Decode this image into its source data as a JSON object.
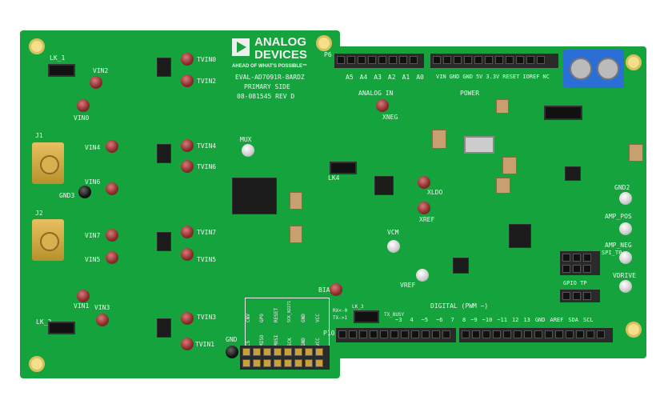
{
  "logo": {
    "brand_line1": "ANALOG",
    "brand_line2": "DEVICES",
    "tagline": "AHEAD OF WHAT'S POSSIBLE™"
  },
  "board": {
    "name": "EVAL-AD7091R-8ARDZ",
    "side": "PRIMARY SIDE",
    "part_rev": "08-081545 REV D"
  },
  "analog_header": {
    "ref": "P6",
    "title": "ANALOG IN",
    "pins": [
      "A5",
      "A4",
      "A3",
      "A2",
      "A1",
      "A0"
    ]
  },
  "power_header": {
    "title": "POWER",
    "pins": [
      "VIN",
      "GND",
      "GND",
      "5V",
      "3.3V",
      "RESET",
      "IOREF",
      "NC"
    ]
  },
  "digital_header": {
    "title": "DIGITAL (PWM ~)",
    "ref": "P10",
    "pins_left": [
      "~3",
      "4",
      "~5",
      "~6",
      "7"
    ],
    "pins_right": [
      "8",
      "~9",
      "~10",
      "~11",
      "12",
      "13",
      "GND",
      "AREF",
      "SDA",
      "SCL"
    ]
  },
  "spi_labels": {
    "top": [
      "CNV",
      "GPO",
      "RESET",
      "SCK_N2271",
      "GND",
      "VCC"
    ],
    "bottom": [
      "CS",
      "MISO",
      "MOSI",
      "SCK",
      "GND",
      "VCC"
    ]
  },
  "test_points_left": [
    "VIN2",
    "VIN0",
    "VIN4",
    "VIN6",
    "VIN7",
    "VIN5",
    "VIN3",
    "VIN1"
  ],
  "test_points_tvin": [
    "TVIN0",
    "TVIN2",
    "TVIN4",
    "TVIN6",
    "TVIN7",
    "TVIN5",
    "TVIN3",
    "TVIN1"
  ],
  "connectors": {
    "j1": "J1",
    "j2": "J2",
    "gnd3": "GND3",
    "lk1": "LK_1",
    "lk2": "LK_2",
    "lk3": "LK_3",
    "lk4": "LK4",
    "mux": "MUX",
    "gnd": "GND"
  },
  "center_points": {
    "xneg": "XNEG",
    "xldo": "XLDO",
    "xref": "XREF",
    "vcm": "VCM",
    "vref": "VREF",
    "bias": "BIAS"
  },
  "right_points": {
    "gnd2": "GND2",
    "amp_pos": "AMP_POS",
    "amp_neg": "AMP_NEG",
    "vdrive": "VDRIVE",
    "spi_tp": "SPI_TP",
    "gpio_tp": "GPIO TP"
  },
  "misc": {
    "tx_busy": "TX_BUSY",
    "rx": "RX<-0",
    "tx": "TX->1"
  }
}
